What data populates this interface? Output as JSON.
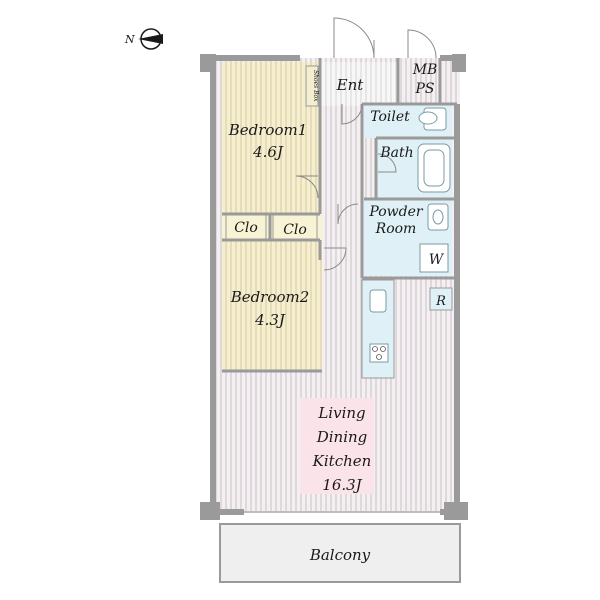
{
  "compass": {
    "north_label": "N"
  },
  "rooms": {
    "entrance": "Ent",
    "shoe_box": "Shoes Box",
    "mb_ps": [
      "MB",
      "PS"
    ],
    "toilet": "Toilet",
    "bath": "Bath",
    "powder_room": [
      "Powder",
      "Room"
    ],
    "washer": "W",
    "refrigerator": "R",
    "bedroom1": [
      "Bedroom1",
      "4.6J"
    ],
    "bedroom2": [
      "Bedroom2",
      "4.3J"
    ],
    "closet_a": "Clo",
    "closet_b": "Clo",
    "ldk": [
      "Living",
      "Dining",
      "Kitchen",
      "16.3J"
    ],
    "balcony": "Balcony"
  },
  "colors": {
    "wall": "#9a9a9a",
    "bedroom_fill": "#f5efcf",
    "bedroom_stripe": "#d9c9a0",
    "ldk_fill": "#f4f0f2",
    "ldk_stripe": "#c8c0c6",
    "wet_area_fill": "#dff1f6",
    "ldk_label_bg": "#fbe3ea",
    "closet_fill": "#f8f3d4",
    "balcony_fill": "#efefef"
  }
}
